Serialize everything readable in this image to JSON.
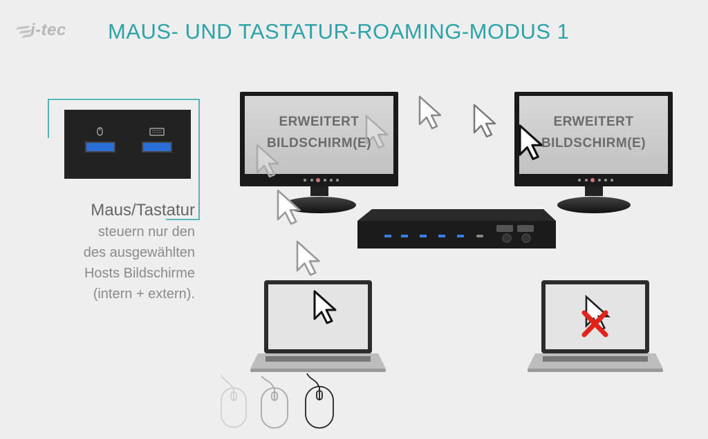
{
  "brand": {
    "logo_text": "i-tec",
    "accent_color": "#2ba3a8"
  },
  "title": "MAUS- UND TASTATUR-ROAMING-MODUS 1",
  "panel": {
    "icons": [
      "mouse-icon",
      "keyboard-icon"
    ]
  },
  "description": {
    "heading": "Maus/Tastatur",
    "lines": [
      "steuern nur den",
      "des ausgewählten",
      "Hosts Bildschirme",
      "(intern + extern)."
    ]
  },
  "monitors": [
    {
      "line1": "ERWEITERT",
      "line2": "BILDSCHIRM(E)"
    },
    {
      "line1": "ERWEITERT",
      "line2": "BILDSCHIRM(E)"
    }
  ],
  "icons": {
    "cursor": "cursor-arrow-icon",
    "blocked": "red-x-icon"
  }
}
